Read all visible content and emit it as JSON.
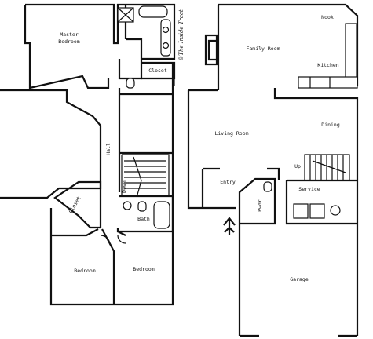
{
  "watermark": "©The Inside Tract",
  "upper_floor": {
    "master_bedroom": [
      "Master",
      "Bedroom"
    ],
    "closet_top": "Closet",
    "hall": "Hall",
    "down": "Down",
    "bath": "Bath",
    "closet_side": "Closet",
    "bedroom_left": "Bedroom",
    "bedroom_right": "Bedroom"
  },
  "lower_floor": {
    "nook": "Nook",
    "family_room": "Family Room",
    "kitchen": "Kitchen",
    "dining": "Dining",
    "living_room": "Living Room",
    "entry": "Entry",
    "up": "Up",
    "service": "Service",
    "pwdr": "Pwdr",
    "garage": "Garage"
  },
  "colors": {
    "line": "#111111",
    "paper": "#ffffff"
  }
}
